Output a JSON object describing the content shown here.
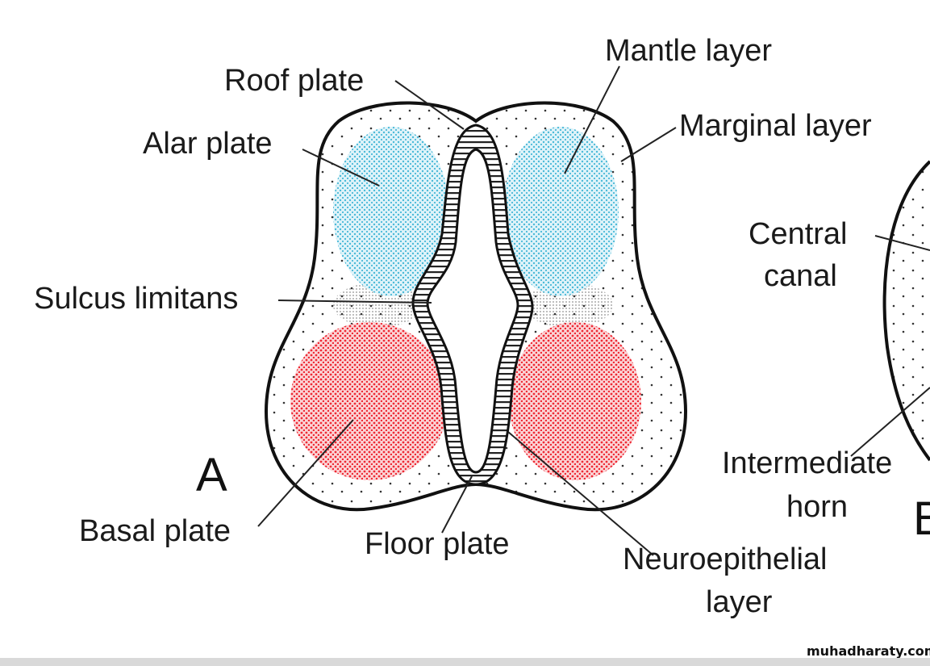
{
  "figure": {
    "panel_a": "A",
    "panel_b": "B",
    "labels": {
      "mantle_layer": "Mantle layer",
      "roof_plate": "Roof plate",
      "marginal_layer": "Marginal layer",
      "alar_plate": "Alar plate",
      "central_canal_1": "Central",
      "central_canal_2": "canal",
      "sulcus_limitans": "Sulcus limitans",
      "intermediate_horn_1": "Intermediate",
      "intermediate_horn_2": "horn",
      "basal_plate": "Basal plate",
      "floor_plate": "Floor plate",
      "neuroepithelial_1": "Neuroepithelial",
      "neuroepithelial_2": "layer"
    },
    "colors": {
      "alar": "#5ec3dd",
      "basal": "#f0303a",
      "outline": "#111111"
    }
  },
  "watermark": "muhadharaty.com"
}
